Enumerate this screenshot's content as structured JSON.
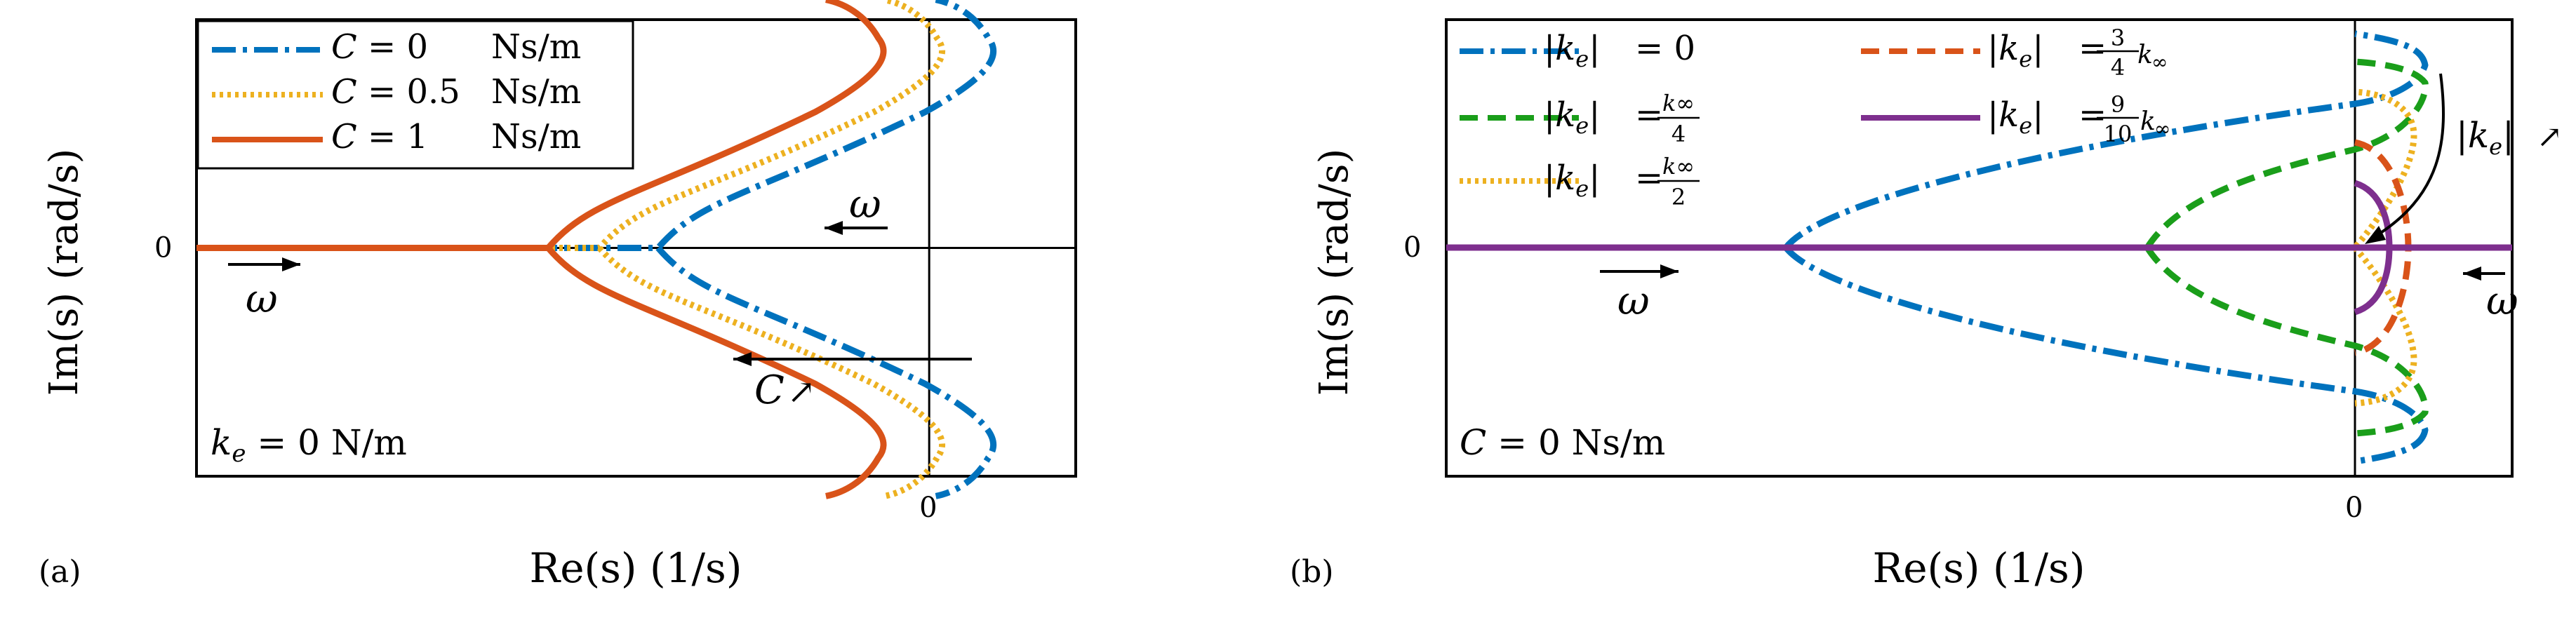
{
  "chart_data": [
    {
      "panel_label": "(a)",
      "type": "line",
      "xlabel": "Re(s) (1/s)",
      "ylabel": "Im(s) (rad/s)",
      "x_tick_labels": [
        "0"
      ],
      "y_tick_labels": [
        "0"
      ],
      "xlim": [
        -1.0,
        0.2
      ],
      "ylim": [
        -1.0,
        1.0
      ],
      "legend_placement": "top-left",
      "annotations": {
        "omega_right": "ω",
        "omega_left": "ω",
        "param_arrow": "C",
        "param_arrow_glyph": "↗",
        "corner_note": "k_e = 0 N/m"
      },
      "colors": {
        "blue": "#0072bd",
        "yellow": "#edb120",
        "orange": "#d95319"
      },
      "series": [
        {
          "name": "C = 0    Ns/m",
          "color": "#0072bd",
          "style": "dash-dot",
          "turn_x": -0.37,
          "tip_x": 0.1,
          "tip_y": 0.78,
          "end_x": 0.0,
          "end_y": 0.66
        },
        {
          "name": "C = 0.5 Ns/m",
          "color": "#edb120",
          "style": "dotted",
          "turn_x": -0.45,
          "tip_x": 0.03,
          "tip_y": 0.78,
          "end_x": -0.07,
          "end_y": 0.66
        },
        {
          "name": "C = 1    Ns/m",
          "color": "#d95319",
          "style": "solid",
          "turn_x": -0.52,
          "tip_x": -0.05,
          "tip_y": 0.78,
          "end_x": -0.16,
          "end_y": 0.66
        }
      ]
    },
    {
      "panel_label": "(b)",
      "type": "line",
      "xlabel": "Re(s) (1/s)",
      "ylabel": "Im(s) (rad/s)",
      "x_tick_labels": [
        "0"
      ],
      "y_tick_labels": [
        "0"
      ],
      "xlim": [
        -1.0,
        0.17
      ],
      "ylim": [
        -1.0,
        1.0
      ],
      "legend_placement": "top-left",
      "annotations": {
        "omega_right": "ω",
        "omega_left": "ω",
        "param_arrow": "|k_e|",
        "param_arrow_glyph": "↗",
        "corner_note": "C = 0 Ns/m"
      },
      "colors": {
        "blue": "#0072bd",
        "green": "#1a9e1a",
        "yellow": "#edb120",
        "orange": "#d95319",
        "purple": "#7e2f8e"
      },
      "series": [
        {
          "name": "|k_e| = 0",
          "color": "#0072bd",
          "style": "dash-dot"
        },
        {
          "name": "|k_e| = k∞/4",
          "color": "#1a9e1a",
          "style": "dashed"
        },
        {
          "name": "|k_e| = k∞/2",
          "color": "#edb120",
          "style": "dotted"
        },
        {
          "name": "|k_e| = 3/4 k∞",
          "color": "#d95319",
          "style": "dashed"
        },
        {
          "name": "|k_e| = 9/10 k∞",
          "color": "#7e2f8e",
          "style": "solid"
        }
      ]
    }
  ],
  "text": {
    "a": {
      "label": "(a)",
      "ylabel": "Im(s) (rad/s)",
      "xlabel": "Re(s) (1/s)",
      "xtick0": "0",
      "ytick0": "0",
      "omega": "ω",
      "legend_C_var": "C",
      "legend_units": "Ns/m",
      "legend_vals": [
        "= 0",
        "= 0.5",
        "= 1"
      ],
      "param_C": "C",
      "param_arrow": "↗",
      "note_k": "k",
      "note_sub": "e",
      "note_rest": " = 0 N/m"
    },
    "b": {
      "label": "(b)",
      "ylabel": "Im(s) (rad/s)",
      "xlabel": "Re(s) (1/s)",
      "xtick0": "0",
      "ytick0": "0",
      "omega": "ω",
      "note": "C = 0 Ns/m",
      "param_arrow": "↗",
      "k": "k",
      "e": "e",
      "inf": "∞",
      "eq0": "= 0",
      "eq": "=",
      "n4": "4",
      "n2": "2",
      "n3": "3",
      "n9": "9",
      "n10": "10"
    }
  }
}
